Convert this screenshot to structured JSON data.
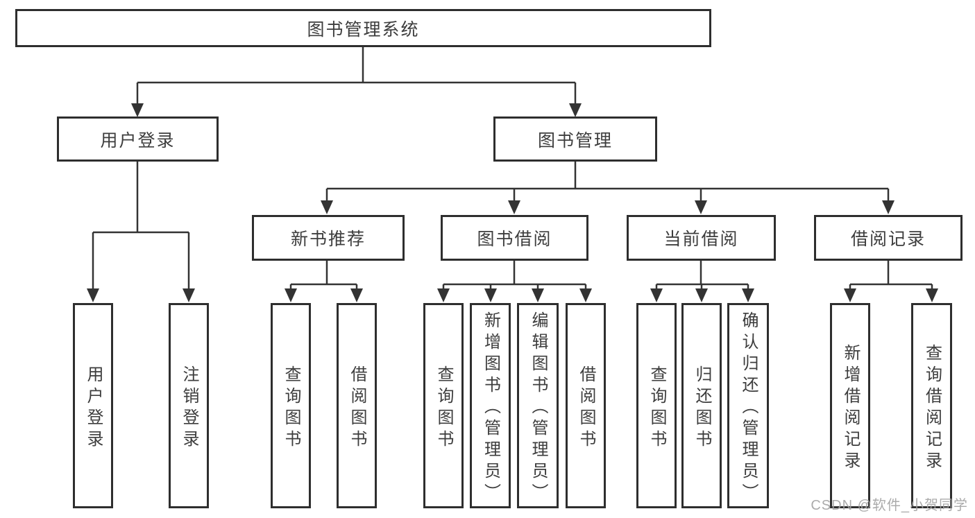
{
  "tree": {
    "root": {
      "label": "图书管理系统"
    },
    "branches": [
      {
        "label": "用户登录",
        "children": [
          {
            "label": "用户登录"
          },
          {
            "label": "注销登录"
          }
        ]
      },
      {
        "label": "图书管理",
        "children": [
          {
            "label": "新书推荐",
            "children": [
              {
                "label": "查询图书"
              },
              {
                "label": "借阅图书"
              }
            ]
          },
          {
            "label": "图书借阅",
            "children": [
              {
                "label": "查询图书"
              },
              {
                "label": "新增图书（管理员）"
              },
              {
                "label": "编辑图书（管理员）"
              },
              {
                "label": "借阅图书"
              }
            ]
          },
          {
            "label": "当前借阅",
            "children": [
              {
                "label": "查询图书"
              },
              {
                "label": "归还图书"
              },
              {
                "label": "确认归还（管理员）"
              }
            ]
          },
          {
            "label": "借阅记录",
            "children": [
              {
                "label": "新增借阅记录"
              },
              {
                "label": "查询借阅记录"
              }
            ]
          }
        ]
      }
    ]
  },
  "watermark": {
    "text": "CSDN @软件_小贺同学"
  },
  "colors": {
    "line": "#333333",
    "box_border": "#2e2e2e",
    "text": "#3d3d3d",
    "watermark": "#a3a3a3",
    "background": "#ffffff"
  }
}
